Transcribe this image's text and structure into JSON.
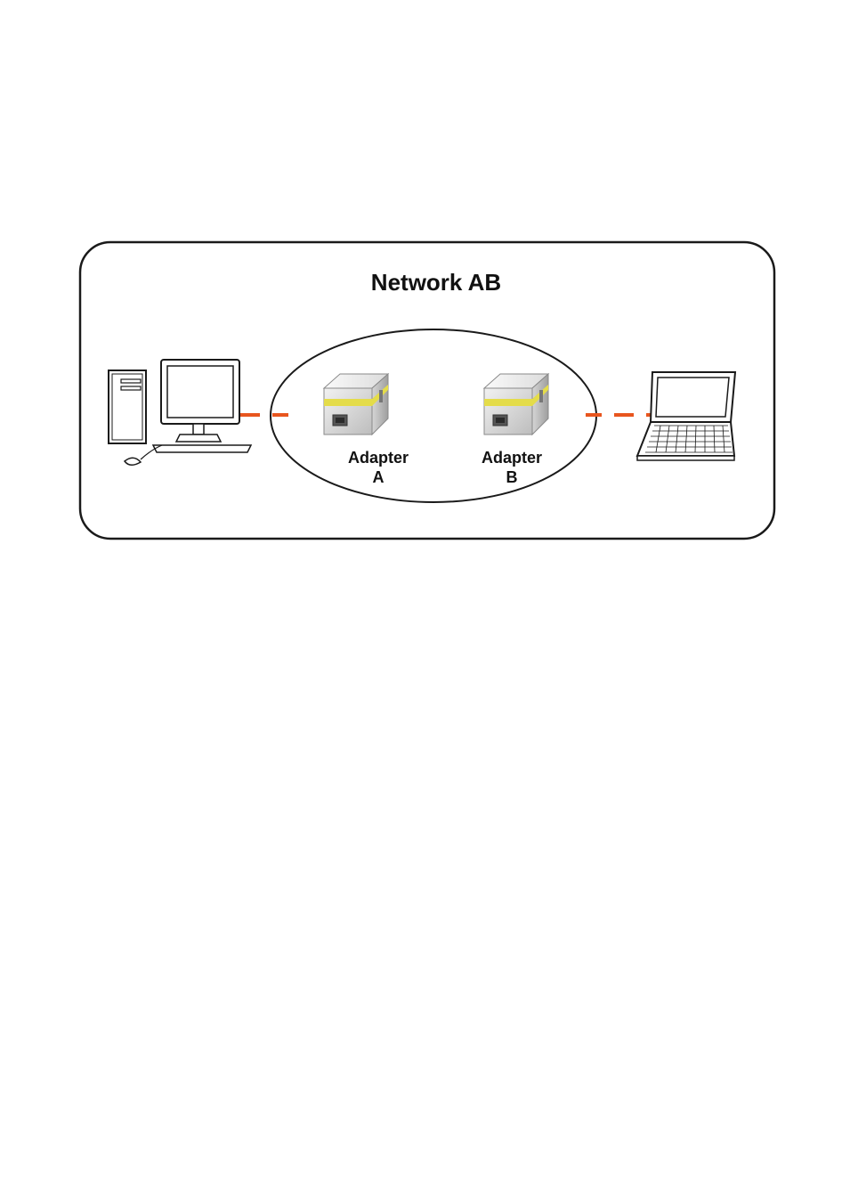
{
  "diagram": {
    "title": "Network AB",
    "adapters": [
      {
        "line1": "Adapter",
        "line2": "A"
      },
      {
        "line1": "Adapter",
        "line2": "B"
      }
    ],
    "devices": {
      "left": "desktop-computer-icon",
      "right": "laptop-icon",
      "adapter": "powerline-adapter-icon"
    },
    "colors": {
      "connection": "#e8551e",
      "outline": "#1a1a1a",
      "adapter_accent": "#e4dc4a"
    }
  }
}
